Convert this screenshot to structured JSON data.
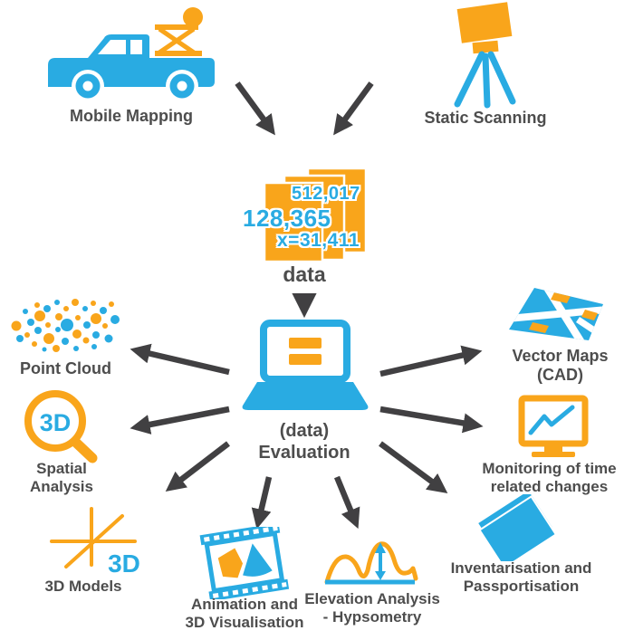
{
  "colors": {
    "blue": "#29ABE2",
    "orange": "#F9A51B",
    "text": "#4D4D4D",
    "arrow": "#414042"
  },
  "nodes": {
    "mobile_mapping": {
      "label": "Mobile Mapping"
    },
    "static_scanning": {
      "label": "Static Scanning"
    },
    "data": {
      "label": "data",
      "value_top": "512,017",
      "value_mid": "128,365",
      "value_bottom": "x=31,411"
    },
    "evaluation": {
      "lines": [
        "(data)",
        "Evaluation"
      ]
    },
    "point_cloud": {
      "label": "Point Cloud"
    },
    "spatial_analysis": {
      "lines": [
        "Spatial",
        "Analysis"
      ],
      "icon_text": "3D"
    },
    "models_3d": {
      "label": "3D Models",
      "icon_text": "3D"
    },
    "animation": {
      "lines": [
        "Animation and",
        "3D Visualisation"
      ]
    },
    "elevation": {
      "lines": [
        "Elevation Analysis",
        "- Hypsometry"
      ]
    },
    "inventarisation": {
      "lines": [
        "Inventarisation and",
        "Passportisation"
      ]
    },
    "monitoring": {
      "lines": [
        "Monitoring of time",
        "related changes"
      ]
    },
    "vector_maps": {
      "lines": [
        "Vector Maps",
        "(CAD)"
      ]
    }
  }
}
